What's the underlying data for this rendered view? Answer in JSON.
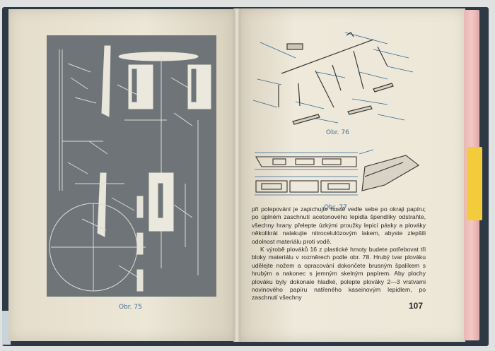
{
  "left_page": {
    "figure_caption": "Obr. 75"
  },
  "right_page": {
    "figure76_caption": "Obr. 76",
    "figure77_caption": "Obr. 77",
    "paragraph1": "při polepování je zapichujte hustě vedle sebe po okraji papíru; po úplném zaschnutí acetonového lepidla špendlíky odstraňte, všechny hrany přelepte úzkými proužky lepicí pásky a plováky několikrát nalakujte nitrocelulózovým lakem, abyste zlepšili odolnost materiálu proti vodě.",
    "paragraph2": "K výrobě plováků 16 z plastické hmoty budete potřebovat tři bloky materiálu v rozměrech podle obr. 78. Hrubý tvar plováku udělejte nožem a opracování dokončete brusným špalíkem s hrubým a nakonec s jemným skelným papírem. Aby plochy plováku byly dokonale hladké, polepte plováky 2—3 vrstvami novinového papíru natřeného kaseinovým lepidlem, po zaschnutí všechny",
    "page_number": "107"
  },
  "colors": {
    "page": "#ede7d8",
    "photo": "#6e7478",
    "caption_blue": "#3c6f94",
    "cover": "#2d3a45",
    "pink_edge": "#f3c7c5",
    "yellow_tab": "#f2cc3a"
  }
}
